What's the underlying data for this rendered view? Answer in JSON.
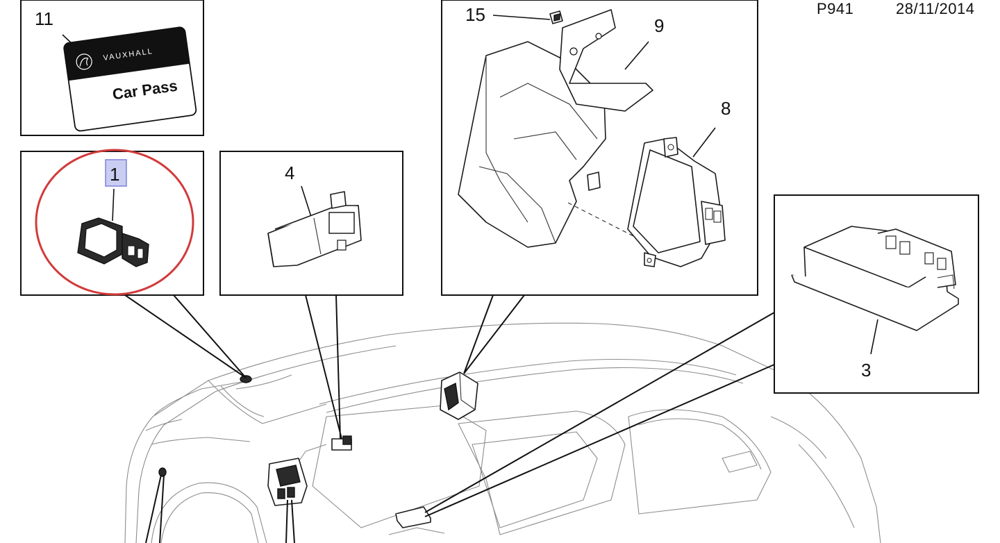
{
  "header": {
    "page_code": "P941",
    "date": "28/11/2014"
  },
  "callouts": {
    "p11": "11",
    "p1": "1",
    "p4": "4",
    "p15": "15",
    "p9": "9",
    "p8": "8",
    "p3": "3"
  },
  "card": {
    "brand": "VAUXHALL",
    "label": "Car Pass"
  },
  "colors": {
    "highlight_ring": "#d23a3a",
    "selected_callout_bg": "#c9cdf2",
    "selected_callout_border": "#7b82d9",
    "line": "#111111",
    "car_outline": "#8c8c8c"
  },
  "selected_part": "1"
}
